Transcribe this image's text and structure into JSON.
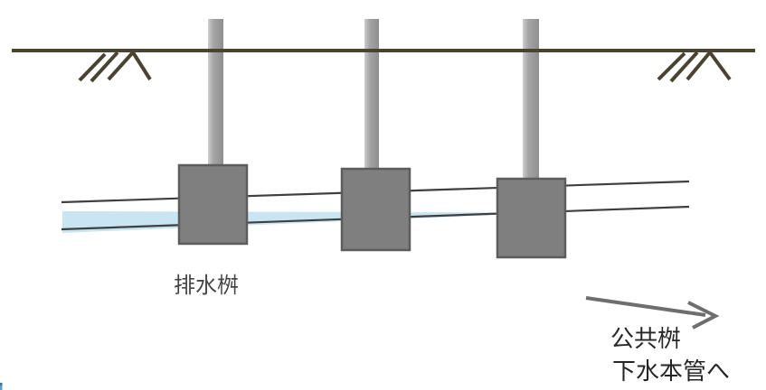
{
  "diagram": {
    "title": "drainage-basin-piping-diagram",
    "drain_basin_label": "排水桝",
    "public_basin_label": "公共桝",
    "sewer_main_label": "下水本管へ",
    "basin_count": 3,
    "flow_direction": "right"
  },
  "colors": {
    "ground": "#494431",
    "box_fill": "#7f7f7f",
    "box_border": "#5c5c5c",
    "riser_light": "#cdcdcd",
    "riser_mid": "#a5a5a5",
    "riser_dark": "#8e8e8e",
    "pipe_line": "#3f3f3f",
    "water": "#c8e5f1",
    "arrow": "#6e6e6e",
    "label_dark": "#262626",
    "label_gray": "#454545",
    "artifact": "#5d9fc2"
  }
}
